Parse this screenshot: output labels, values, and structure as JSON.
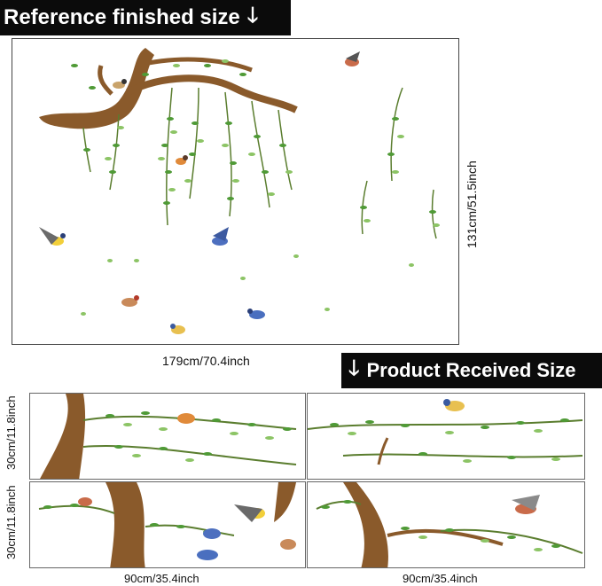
{
  "reference": {
    "banner": "Reference finished size",
    "banner_icon": "down-arrow-icon",
    "width_label": "179cm/70.4inch",
    "height_label": "131cm/51.5inch"
  },
  "product": {
    "banner": "Product Received Size",
    "banner_icon": "down-arrow-icon",
    "panel_width_label": "90cm/35.4inch",
    "panel_height_label": "30cm/11.8inch"
  },
  "colors": {
    "banner_bg": "#0b0b0b",
    "banner_text": "#ffffff",
    "branch": "#8a5a2b",
    "leaf_dark": "#3f8a2e",
    "leaf_light": "#8cc465"
  }
}
